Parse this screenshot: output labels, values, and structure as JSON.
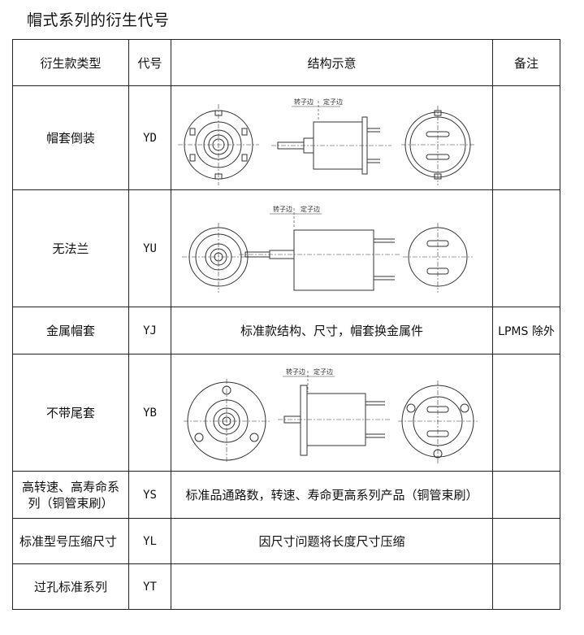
{
  "title": "帽式系列的衍生代号",
  "headers": [
    "衍生款类型",
    "代号",
    "结构示意",
    "备注"
  ],
  "rows": [
    {
      "type": "帽套倒装",
      "code": "YD",
      "desc": "",
      "note": "",
      "diagram": "inverted-cap"
    },
    {
      "type": "无法兰",
      "code": "YU",
      "desc": "",
      "note": "",
      "diagram": "no-flange"
    },
    {
      "type": "金属帽套",
      "code": "YJ",
      "desc": "标准款结构、尺寸，帽套换金属件",
      "note": "LPMS 除外",
      "diagram": ""
    },
    {
      "type": "不带尾套",
      "code": "YB",
      "desc": "",
      "note": "",
      "diagram": "no-tail"
    },
    {
      "type": "高转速、高寿命系列（铜管束刷）",
      "code": "YS",
      "desc": "标准品通路数，转速、寿命更高系列产品（铜管束刷）",
      "note": "",
      "diagram": ""
    },
    {
      "type": "标准型号压缩尺寸",
      "code": "YL",
      "desc": "因尺寸问题将长度尺寸压缩",
      "note": "",
      "diagram": ""
    },
    {
      "type": "过孔标准系列",
      "code": "YT",
      "desc": "",
      "note": "",
      "diagram": ""
    }
  ],
  "diagram_labels": {
    "rotor_side": "转子边",
    "stator_side": "定子边"
  }
}
